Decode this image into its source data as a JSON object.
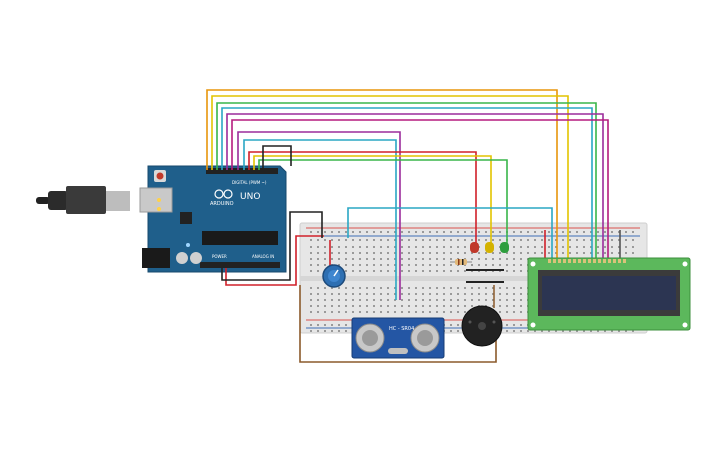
{
  "arduino": {
    "brand_label": "ARDUINO",
    "model_label": "UNO",
    "digital_label": "DIGITAL (PWM ~)",
    "power_label": "POWER",
    "analog_label": "ANALOG IN",
    "board_color": "#1f5f8b"
  },
  "sensor": {
    "part_label": "HC - SR04"
  },
  "colors": {
    "breadboard": "#e6e6e6",
    "rail_red": "#d9534f",
    "rail_blue": "#3f6fb5",
    "lcd_board": "#5cb85c",
    "lcd_screen": "#2c3552",
    "led_red": "#c0392b",
    "led_yellow": "#d4b200",
    "led_green": "#2e9e3e",
    "wire_orange": "#e8960c",
    "wire_yellow": "#e2c400",
    "wire_green": "#39b54a",
    "wire_purple": "#9b2c9b",
    "wire_magenta": "#b51c7e",
    "wire_teal": "#2aa7c4",
    "wire_red": "#d0202a",
    "wire_brown": "#8b5a2b",
    "wire_black": "#222222"
  }
}
